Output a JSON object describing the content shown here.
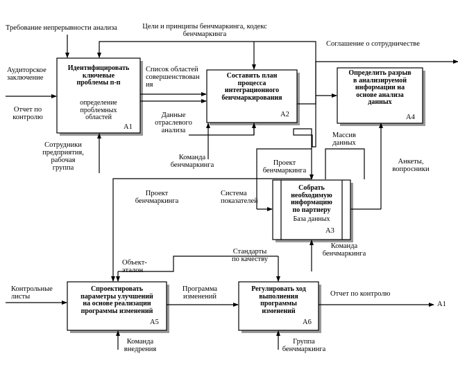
{
  "boxes": {
    "a1": {
      "title": "Идентифицировать\nключевые\nпроблемы п-п",
      "sub": "определение\nпроблемных\nобластей",
      "num": "А1"
    },
    "a2": {
      "title": "Составить план\nпроцесса\nинтеграционного\nбенчмаркирования",
      "num": "А2"
    },
    "a3": {
      "title": "Собрать\nнеобходимую\nинформацию\nпо партнеру",
      "sub": "База данных",
      "num": "А3"
    },
    "a4": {
      "title": "Определить разрыв\nв анализируемой\nинформации на\nоснове анализа\nданных",
      "num": "А4"
    },
    "a5": {
      "title": "Спроектировать\nпараметры улучшений\nна основе реализации\nпрограммы изменений",
      "num": "А5"
    },
    "a6": {
      "title": "Регулировать ход\nвыполнения\nпрограммы\nизменений",
      "num": "А6"
    }
  },
  "arrows": {
    "continuity_req": "Требование непрерывности анализа",
    "goals_principles": "Цели и принципы бенчмаркинга, кодекс\nбенчмаркинга",
    "cooperation": "Соглашение о сотрудничестве",
    "audit_report": "Аудиторское\nзаключение",
    "control_report": "Отчет по\nконтролю",
    "improvement_areas": "Список областей\nсовершенствован\nия",
    "industry_data": "Данные\nотраслевого\nанализа",
    "staff": "Сотрудники\nпредприятия,\nрабочая\nгруппа",
    "team_a2": "Команда\nбенчмаркинга",
    "data_array": "Массив\nданных",
    "project_a3": "Проект\nбенчмаркинга",
    "questionnaires": "Анкеты,\nвопросники",
    "project_a5": "Проект\nбенчмаркинга",
    "indicator_system": "Система\nпоказателей",
    "team_a3": "Команда\nбенчмаркинга",
    "reference_object": "Объект-\nэталон",
    "quality_standards": "Стандарты\nпо качеству",
    "checklists": "Контрольные\nлисты",
    "change_program": "Программа\nизменений",
    "control_report_out": "Отчет по контролю",
    "a1_ref": "А1",
    "team_implementation": "Команда\nвнедрения",
    "team_group": "Группа\nбенчмаркинга"
  }
}
